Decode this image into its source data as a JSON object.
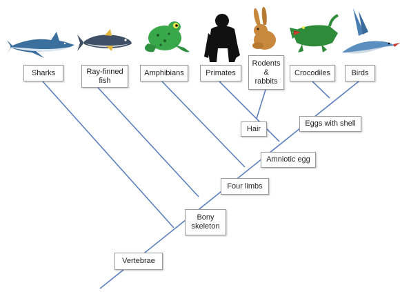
{
  "colors": {
    "branch": "#5b7fbf",
    "shark": "#3b6f9e",
    "fish": "#3f4f66",
    "frog": "#39a84a",
    "primate": "#111111",
    "rabbit": "#c8893e",
    "croc": "#2e8b3a",
    "bird": "#4a7fb5"
  },
  "taxa": {
    "sharks": "Sharks",
    "ray_finned_fish": "Ray-finned\nfish",
    "amphibians": "Amphibians",
    "primates": "Primates",
    "rodents_rabbits": "Rodents\n&\nrabbits",
    "crocodiles": "Crocodiles",
    "birds": "Birds"
  },
  "traits": {
    "hair": "Hair",
    "eggs_with_shell": "Eggs with shell",
    "amniotic_egg": "Amniotic egg",
    "four_limbs": "Four limbs",
    "bony_skeleton": "Bony\nskeleton",
    "vertebrae": "Vertebrae"
  },
  "icons": [
    "shark-icon",
    "tuna-icon",
    "frog-icon",
    "gorilla-icon",
    "rabbit-icon",
    "crocodile-icon",
    "bird-icon"
  ]
}
